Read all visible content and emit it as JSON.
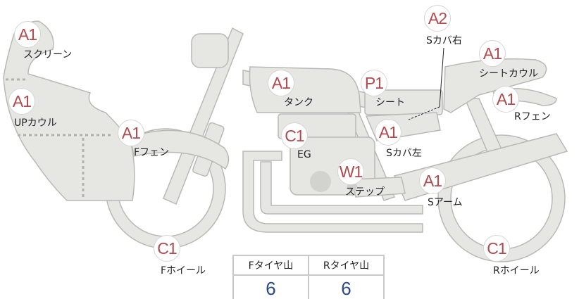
{
  "parts": [
    {
      "grade": "A1",
      "label": "スクリーン"
    },
    {
      "grade": "A1",
      "label": "UPカウル"
    },
    {
      "grade": "A1",
      "label": "Fフェン"
    },
    {
      "grade": "A1",
      "label": "タンク"
    },
    {
      "grade": "P1",
      "label": "シート"
    },
    {
      "grade": "A2",
      "label": "Sカバ右"
    },
    {
      "grade": "A1",
      "label": "シートカウル"
    },
    {
      "grade": "A1",
      "label": "Rフェン"
    },
    {
      "grade": "C1",
      "label": "EG"
    },
    {
      "grade": "A1",
      "label": "Sカバ左"
    },
    {
      "grade": "W1",
      "label": "ステップ"
    },
    {
      "grade": "A1",
      "label": "Sアーム"
    },
    {
      "grade": "C1",
      "label": "Fホイール"
    },
    {
      "grade": "C1",
      "label": "Rホイール"
    }
  ],
  "tire_table": {
    "front_header": "Fタイヤ山",
    "rear_header": "Rタイヤ山",
    "front_value": "6",
    "rear_value": "6"
  },
  "colors": {
    "grade_text": "#b04a4e",
    "value_text": "#2b4a8a",
    "part_fill": "#e6e6e3",
    "part_stroke": "#b9b9b6"
  }
}
